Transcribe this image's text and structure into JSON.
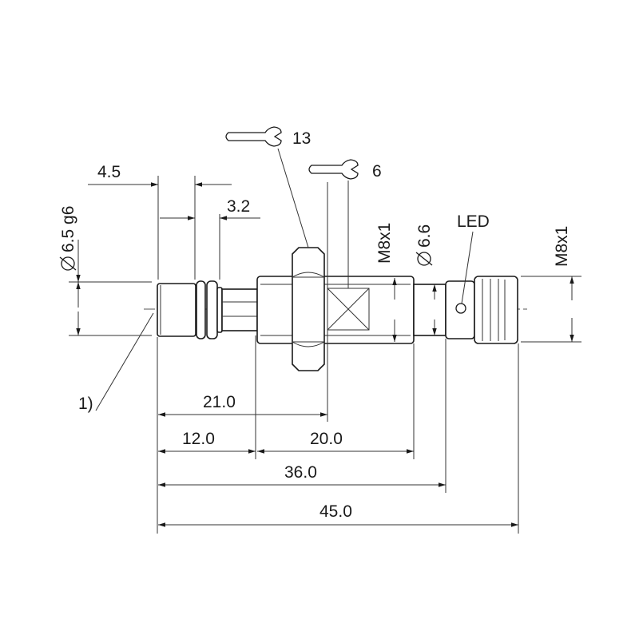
{
  "labels": {
    "wrench_13": "13",
    "wrench_6": "6",
    "dim_4_5": "4.5",
    "dim_3_2": "3.2",
    "dia_6_5": "6.5 g6",
    "thread_left": "M8x1",
    "dia_6_6": "6.6",
    "led": "LED",
    "thread_right": "M8x1",
    "note_1": "1)",
    "dim_21_0": "21.0",
    "dim_12_0": "12.0",
    "dim_20_0": "20.0",
    "dim_36_0": "36.0",
    "dim_45_0": "45.0"
  },
  "symbols": {
    "diameter": "diameter-symbol",
    "wrench": "wrench-icon"
  },
  "colors": {
    "line": "#1a1a1a",
    "background": "#ffffff"
  }
}
